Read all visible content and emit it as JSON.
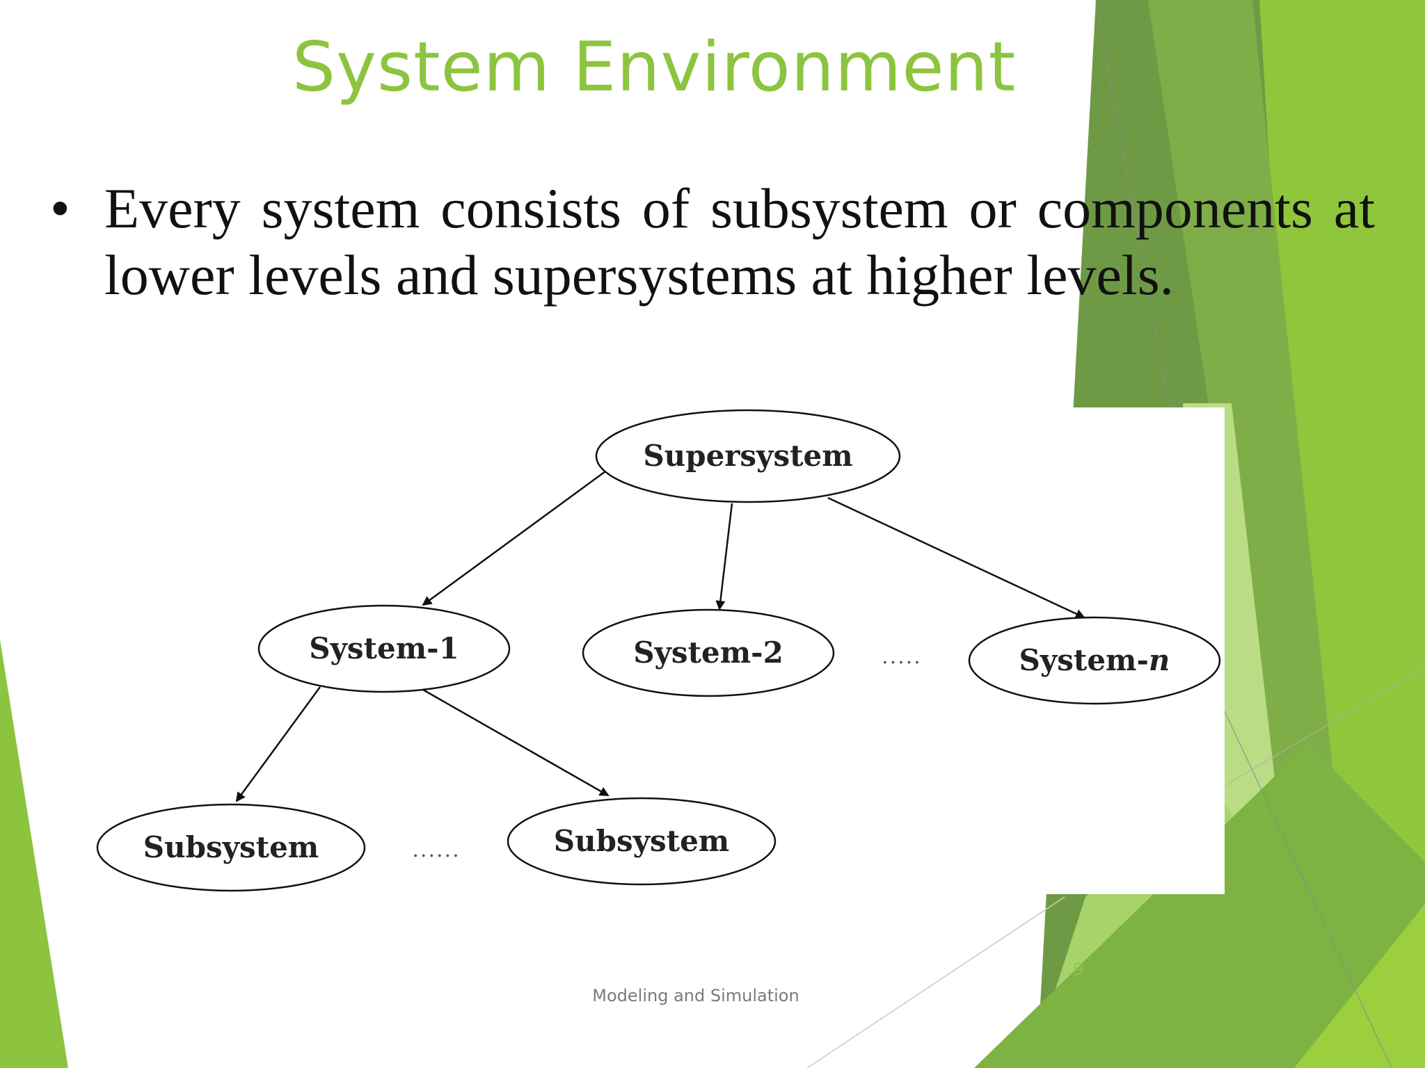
{
  "slide": {
    "title": "System Environment",
    "bullet": "Every system consists of subsystem or components at lower levels and supersystems at higher levels.",
    "footer": "Modeling and Simulation",
    "page_number": "9"
  },
  "diagram": {
    "nodes": {
      "supersystem": "Supersystem",
      "system_1": "System-1",
      "system_2": "System-2",
      "system_n_prefix": "System-",
      "system_n_suffix": "n",
      "subsystem_a": "Subsystem",
      "subsystem_b": "Subsystem"
    },
    "ellipsis_systems": ".....",
    "ellipsis_subsystems": "......"
  },
  "colors": {
    "title_green": "#8dc43f",
    "decor_dark_green": "#6f9a45",
    "decor_light_green": "#9bcf3e"
  }
}
